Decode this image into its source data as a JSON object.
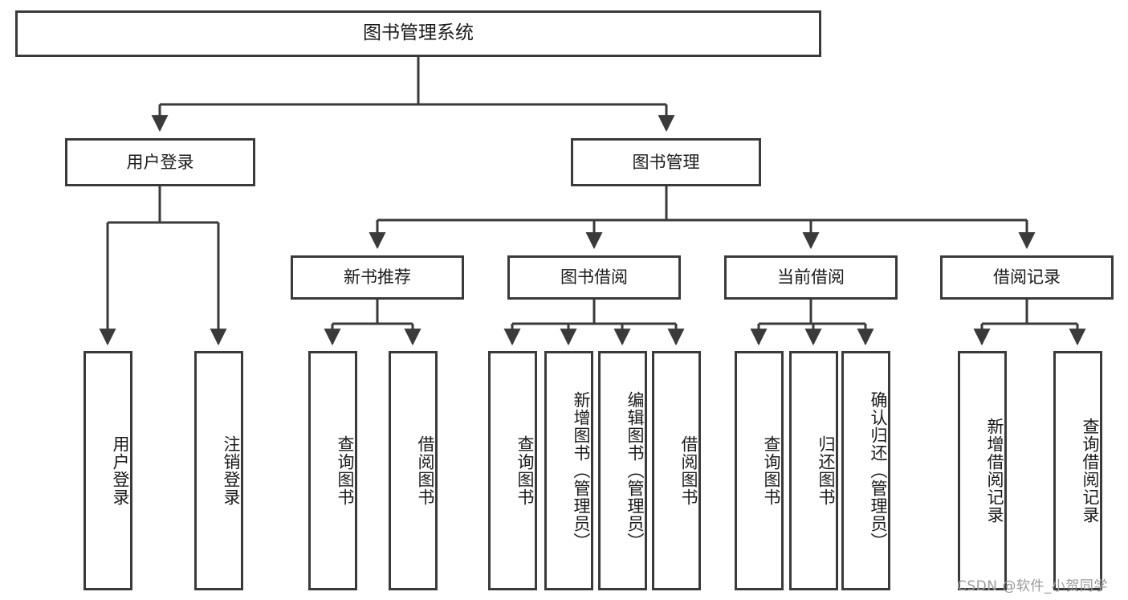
{
  "diagram": {
    "type": "tree-hierarchy",
    "title": "图书管理系统",
    "watermark": "CSDN @软件_小贺同学",
    "colors": {
      "box_border": "#3a3a3a",
      "box_fill": "#ffffff",
      "edge": "#3a3a3a",
      "text": "#1a1a1a",
      "watermark": "#9b9b9b",
      "background": "#ffffff"
    },
    "root": {
      "id": "root",
      "label": "图书管理系统"
    },
    "level1": [
      {
        "id": "user-login",
        "label": "用户登录"
      },
      {
        "id": "book-manage",
        "label": "图书管理"
      }
    ],
    "level2": [
      {
        "id": "new-book-rec",
        "label": "新书推荐",
        "parent": "book-manage"
      },
      {
        "id": "book-borrow",
        "label": "图书借阅",
        "parent": "book-manage"
      },
      {
        "id": "current-borrow",
        "label": "当前借阅",
        "parent": "book-manage"
      },
      {
        "id": "borrow-record",
        "label": "借阅记录",
        "parent": "book-manage"
      }
    ],
    "leaves": [
      {
        "id": "leaf-user-login",
        "label": "用户登录",
        "parent": "user-login"
      },
      {
        "id": "leaf-user-logout",
        "label": "注销登录",
        "parent": "user-login"
      },
      {
        "id": "leaf-query-book-1",
        "label": "查询图书",
        "parent": "new-book-rec"
      },
      {
        "id": "leaf-borrow-book-1",
        "label": "借阅图书",
        "parent": "new-book-rec"
      },
      {
        "id": "leaf-query-book-2",
        "label": "查询图书",
        "parent": "book-borrow"
      },
      {
        "id": "leaf-add-book",
        "label": "新增图书（管理员）",
        "parent": "book-borrow"
      },
      {
        "id": "leaf-edit-book",
        "label": "编辑图书（管理员）",
        "parent": "book-borrow"
      },
      {
        "id": "leaf-borrow-book-2",
        "label": "借阅图书",
        "parent": "book-borrow"
      },
      {
        "id": "leaf-query-book-3",
        "label": "查询图书",
        "parent": "current-borrow"
      },
      {
        "id": "leaf-return-book",
        "label": "归还图书",
        "parent": "current-borrow"
      },
      {
        "id": "leaf-confirm-return",
        "label": "确认归还（管理员）",
        "parent": "current-borrow"
      },
      {
        "id": "leaf-add-record",
        "label": "新增借阅记录",
        "parent": "borrow-record"
      },
      {
        "id": "leaf-query-record",
        "label": "查询借阅记录",
        "parent": "borrow-record"
      }
    ]
  }
}
